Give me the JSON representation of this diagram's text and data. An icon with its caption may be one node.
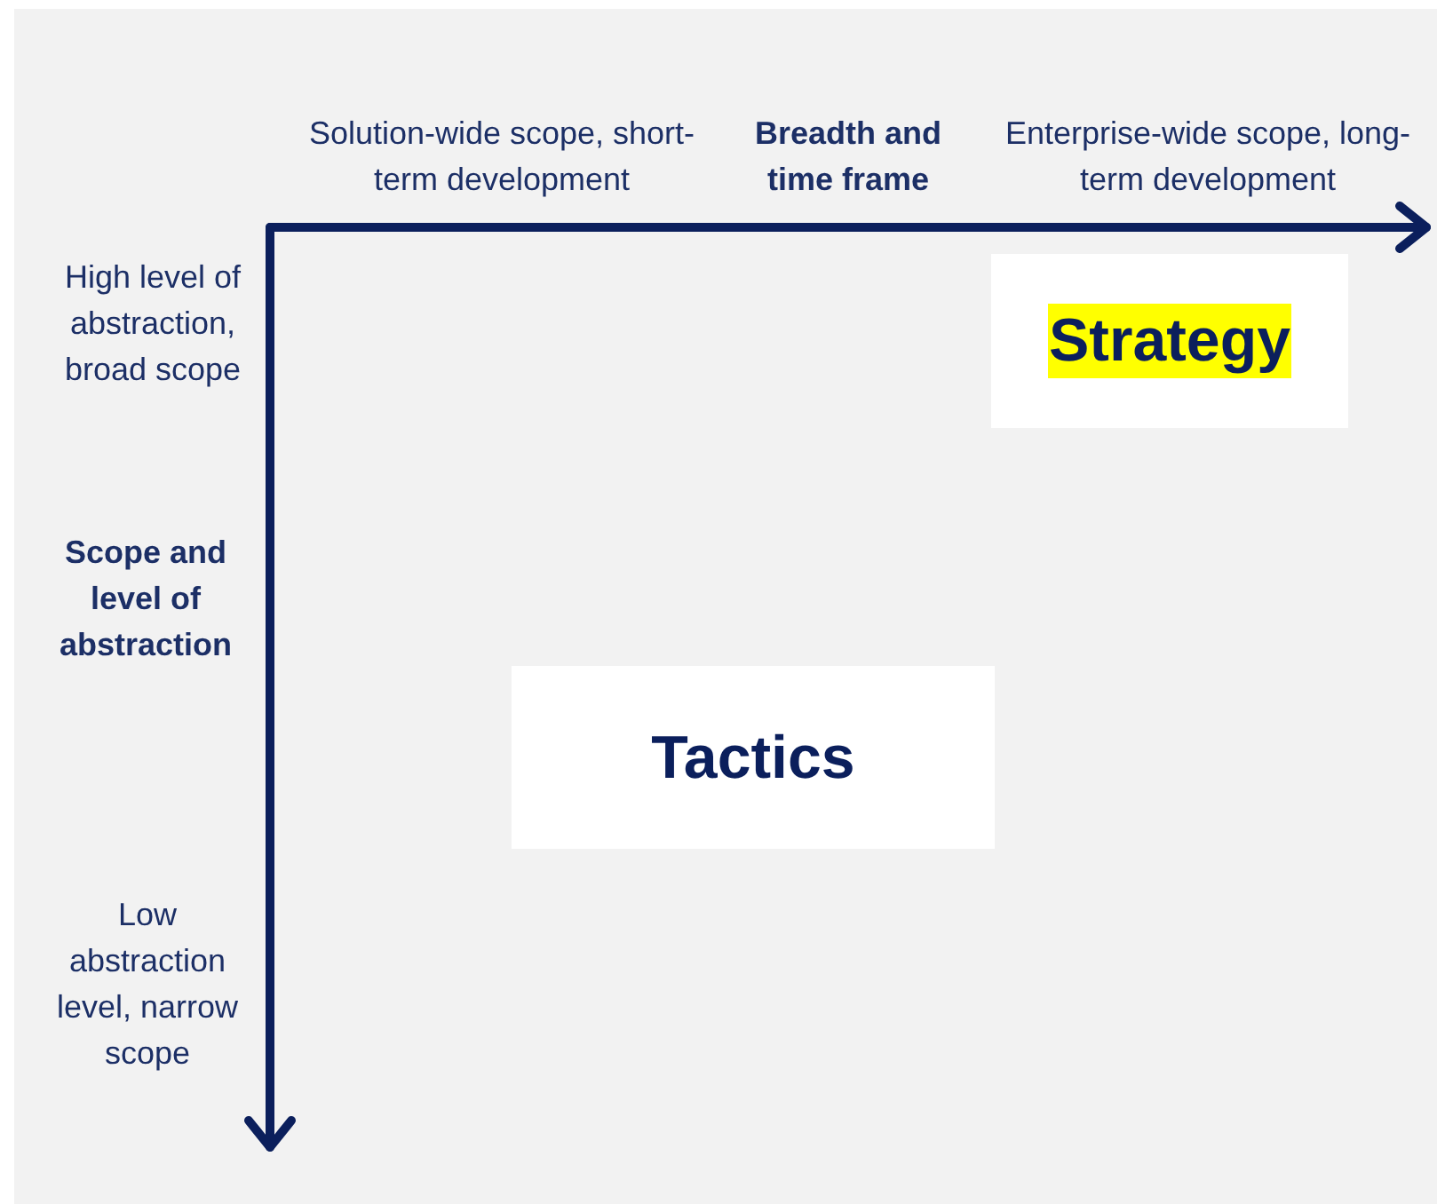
{
  "diagram": {
    "nodes": [
      {
        "text": [
          "Strategy"
        ]
      },
      {
        "text": [
          "Tactics"
        ]
      }
    ],
    "labels": [
      "Solution-wide scope, short-term development",
      "Breadth and time frame",
      "Enterprise-wide scope, long-term development",
      "High level of abstraction, broad scope",
      "Scope and level of abstraction",
      "Low abstraction level, narrow scope"
    ]
  }
}
